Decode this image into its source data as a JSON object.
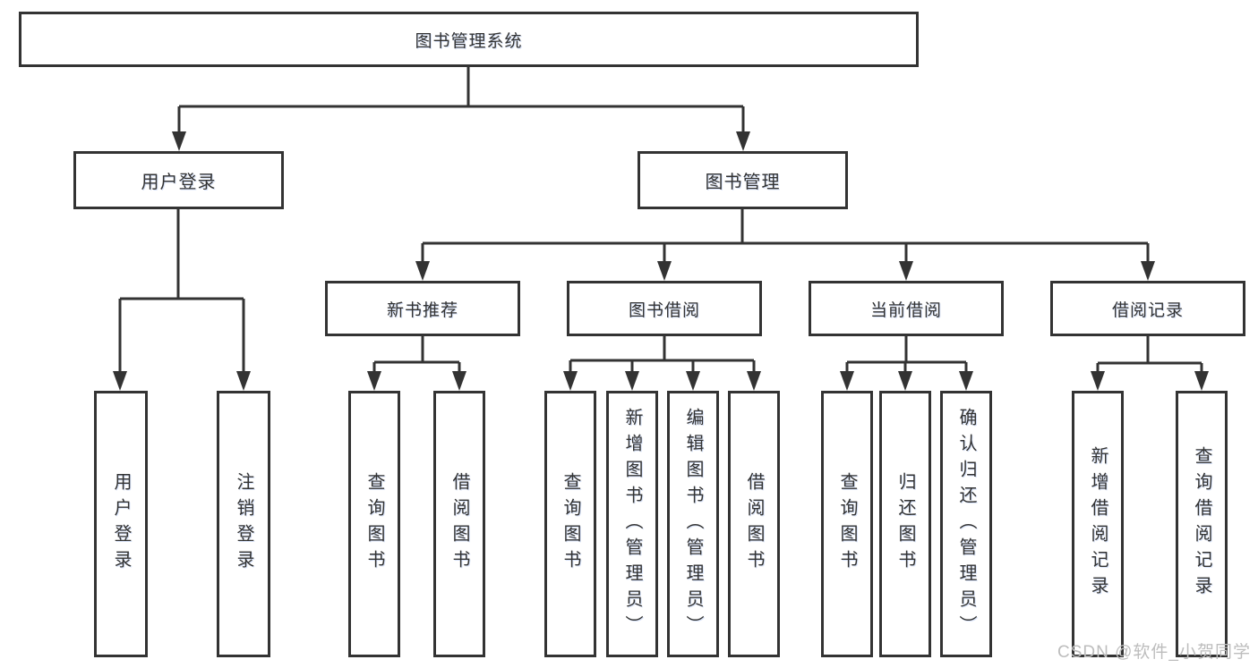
{
  "diagram_type": "tree-structure-chart",
  "colors": {
    "background": "#ffffff",
    "line": "#333333",
    "box_border": "#333333",
    "text": "#333333",
    "watermark": "#bdbdbd"
  },
  "watermark": {
    "text": "CSDN @软件_小贺同学"
  },
  "tree": {
    "label": "图书管理系统",
    "children": [
      {
        "label": "用户登录",
        "children": [
          {
            "label": "用户登录"
          },
          {
            "label": "注销登录"
          }
        ]
      },
      {
        "label": "图书管理",
        "children": [
          {
            "label": "新书推荐",
            "children": [
              {
                "label": "查询图书"
              },
              {
                "label": "借阅图书"
              }
            ]
          },
          {
            "label": "图书借阅",
            "children": [
              {
                "label": "查询图书"
              },
              {
                "label": "新增图书（管理员）"
              },
              {
                "label": "编辑图书（管理员）"
              },
              {
                "label": "借阅图书"
              }
            ]
          },
          {
            "label": "当前借阅",
            "children": [
              {
                "label": "查询图书"
              },
              {
                "label": "归还图书"
              },
              {
                "label": "确认归还（管理员）"
              }
            ]
          },
          {
            "label": "借阅记录",
            "children": [
              {
                "label": "新增借阅记录"
              },
              {
                "label": "查询借阅记录"
              }
            ]
          }
        ]
      }
    ]
  }
}
